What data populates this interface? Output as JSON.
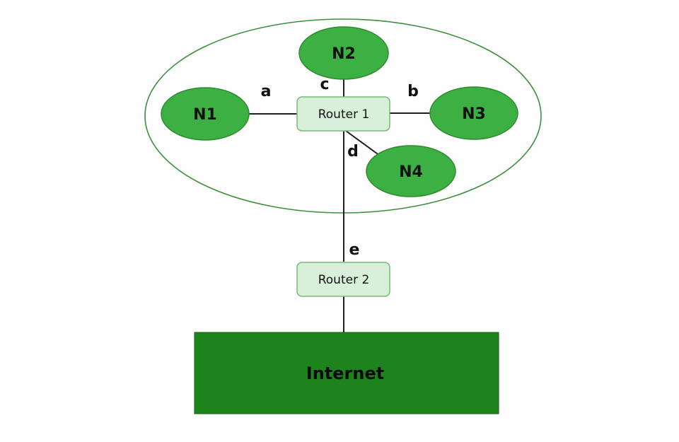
{
  "diagram": {
    "title": "local-network-with-routers-and-internet",
    "nodes": {
      "n1": "N1",
      "n2": "N2",
      "n3": "N3",
      "n4": "N4"
    },
    "routers": {
      "router1": "Router 1",
      "router2": "Router 2"
    },
    "internet_label": "Internet",
    "edge_labels": {
      "a": "a",
      "b": "b",
      "c": "c",
      "d": "d",
      "e": "e"
    },
    "colors": {
      "node_fill": "#3cb043",
      "node_stroke": "#2e8b2e",
      "router_fill": "#d8efd8",
      "router_stroke": "#7ab87a",
      "internet_fill": "#1d831d",
      "internet_stroke": "#156315",
      "boundary_stroke": "#3e8e3e",
      "link_stroke": "#1f1f1f"
    }
  }
}
